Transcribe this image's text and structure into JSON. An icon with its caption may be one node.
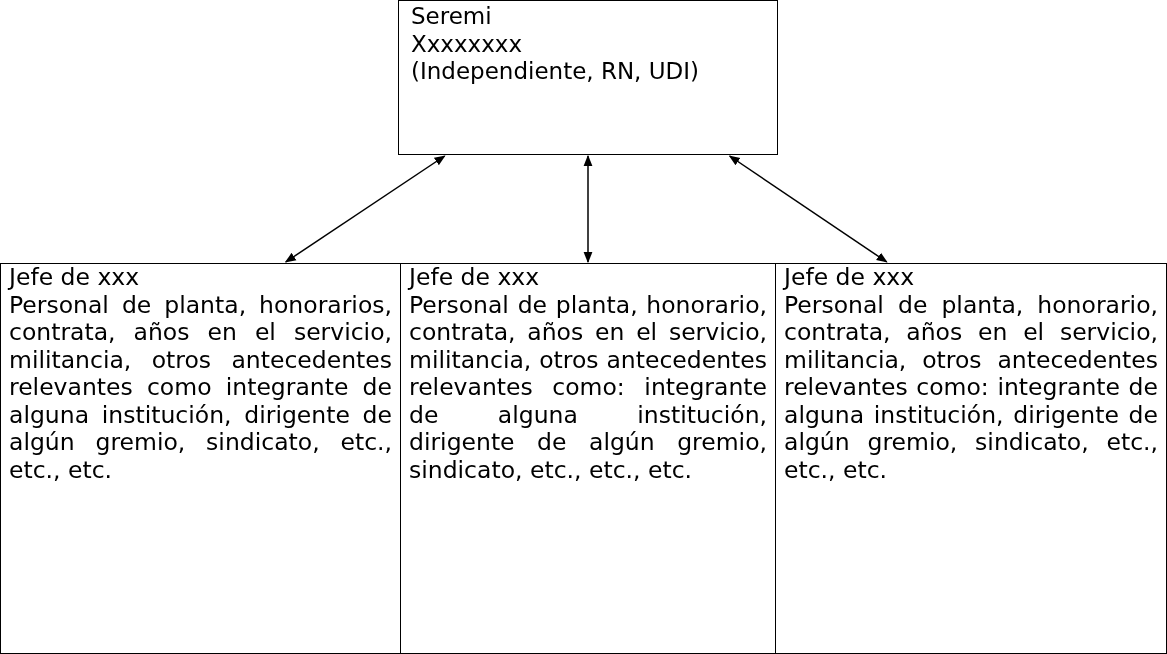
{
  "diagram": {
    "nodes": [
      {
        "text": [
          "Seremi",
          "Xxxxxxxx",
          "(Independiente, RN, UDI)"
        ]
      },
      {
        "text": [
          "Jefe de xxx",
          "Personal de planta, honorarios, contrata, años en el servicio, militancia, otros antecedentes relevantes como integrante de alguna institución, dirigente de algún gremio, sindicato, etc., etc., etc."
        ]
      },
      {
        "text": [
          "Jefe de xxx",
          "Personal de planta, honorario, contrata, años en el servicio, militancia, otros antecedentes relevantes como: integrante de alguna institución, dirigente de algún gremio, sindicato, etc., etc., etc."
        ]
      },
      {
        "text": [
          "Jefe de xxx",
          "Personal de planta, honorario, contrata, años en el servicio, militancia, otros antecedentes relevantes como: integrante de alguna institución, dirigente de algún gremio, sindicato, etc., etc., etc."
        ]
      }
    ],
    "edges": [
      {
        "from": 0,
        "to": 1,
        "arrow": "both"
      },
      {
        "from": 0,
        "to": 2,
        "arrow": "both"
      },
      {
        "from": 0,
        "to": 3,
        "arrow": "both"
      }
    ]
  }
}
